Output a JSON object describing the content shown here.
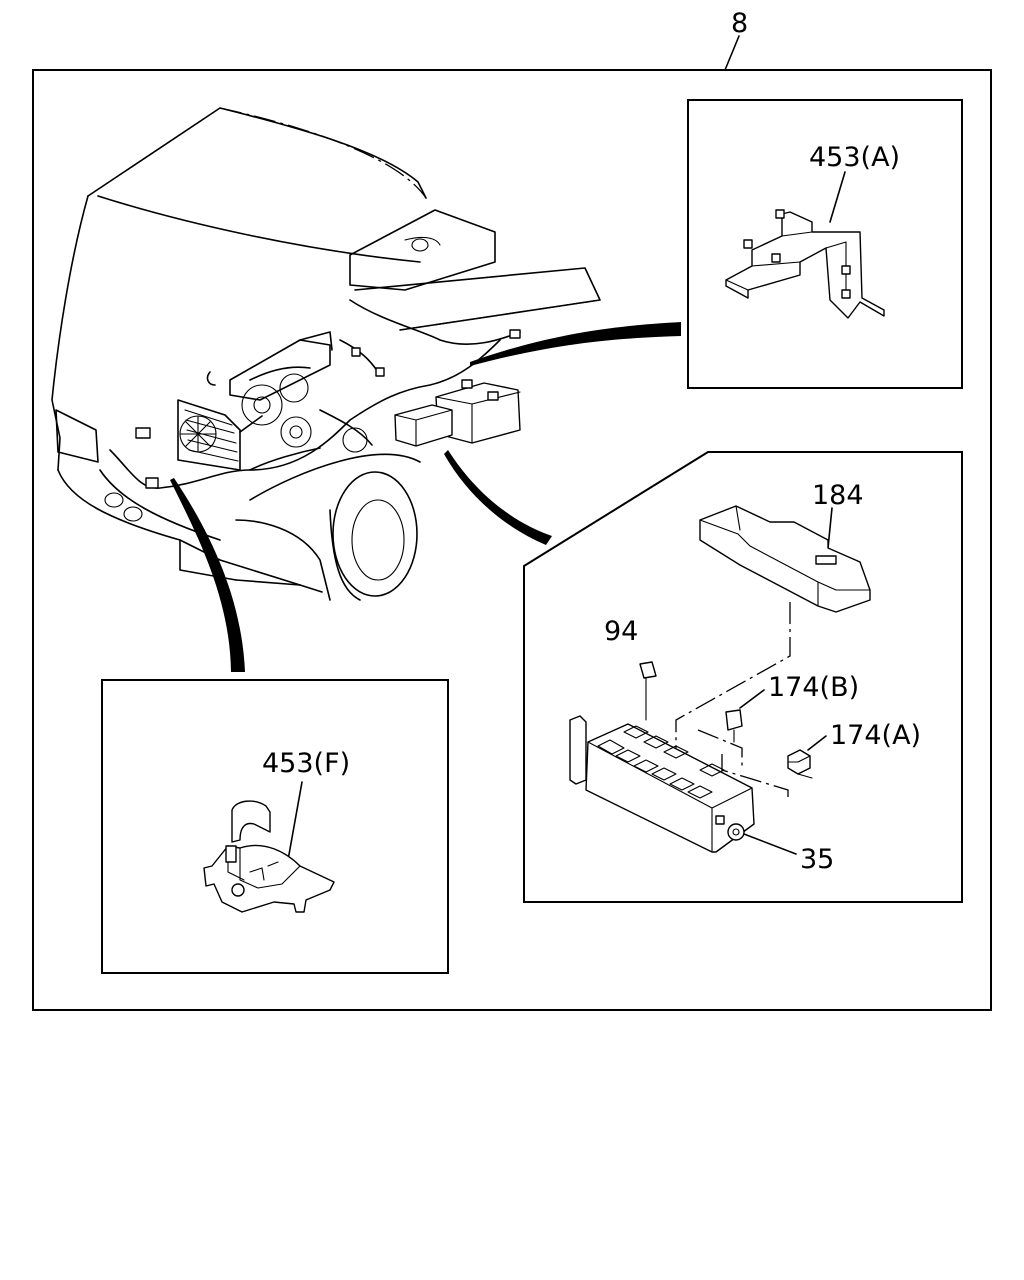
{
  "diagram": {
    "assembly_number": "8",
    "callouts": {
      "bracket_a": "453(A)",
      "bracket_f": "453(F)",
      "fuse_cover": "184",
      "fuse": "94",
      "relay_b": "174(B)",
      "relay_a": "174(A)",
      "relay_box": "35"
    }
  }
}
